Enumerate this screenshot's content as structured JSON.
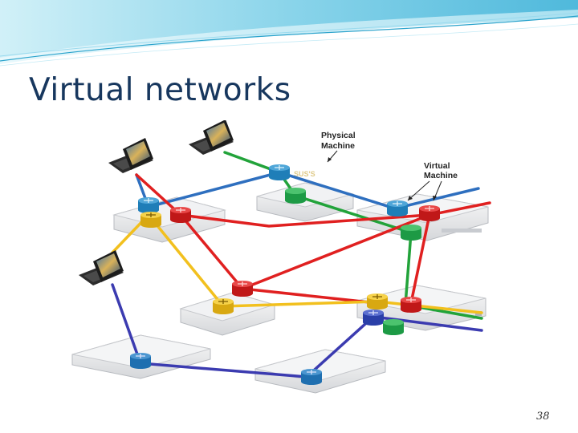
{
  "slide": {
    "title": "Virtual networks",
    "page_number": "38"
  },
  "diagram": {
    "callouts": {
      "physical_machine": [
        "Physical",
        "Machine"
      ],
      "virtual_machine": [
        "Virtual",
        "Machine"
      ]
    },
    "networks": [
      {
        "color": "blue",
        "hex": "#2E6FBF"
      },
      {
        "color": "green",
        "hex": "#22A33A"
      },
      {
        "color": "red",
        "hex": "#E02020"
      },
      {
        "color": "yellow",
        "hex": "#F2C01E"
      },
      {
        "color": "purple",
        "hex": "#3B3BB0"
      }
    ]
  },
  "colors": {
    "title": "#17375E",
    "header": "#5BC0DE"
  }
}
